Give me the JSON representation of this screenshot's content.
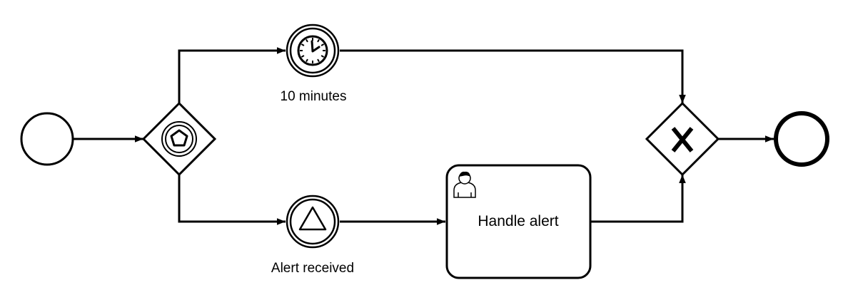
{
  "diagram": {
    "timer_event": {
      "label": "10 minutes",
      "icon": "clock-icon"
    },
    "signal_event": {
      "label": "Alert received",
      "icon": "triangle-signal-icon"
    },
    "user_task": {
      "label": "Handle alert",
      "icon": "user-icon"
    },
    "event_gateway": {
      "icon": "pentagon-icon"
    },
    "exclusive_gateway": {
      "icon": "x-marker-icon"
    }
  }
}
